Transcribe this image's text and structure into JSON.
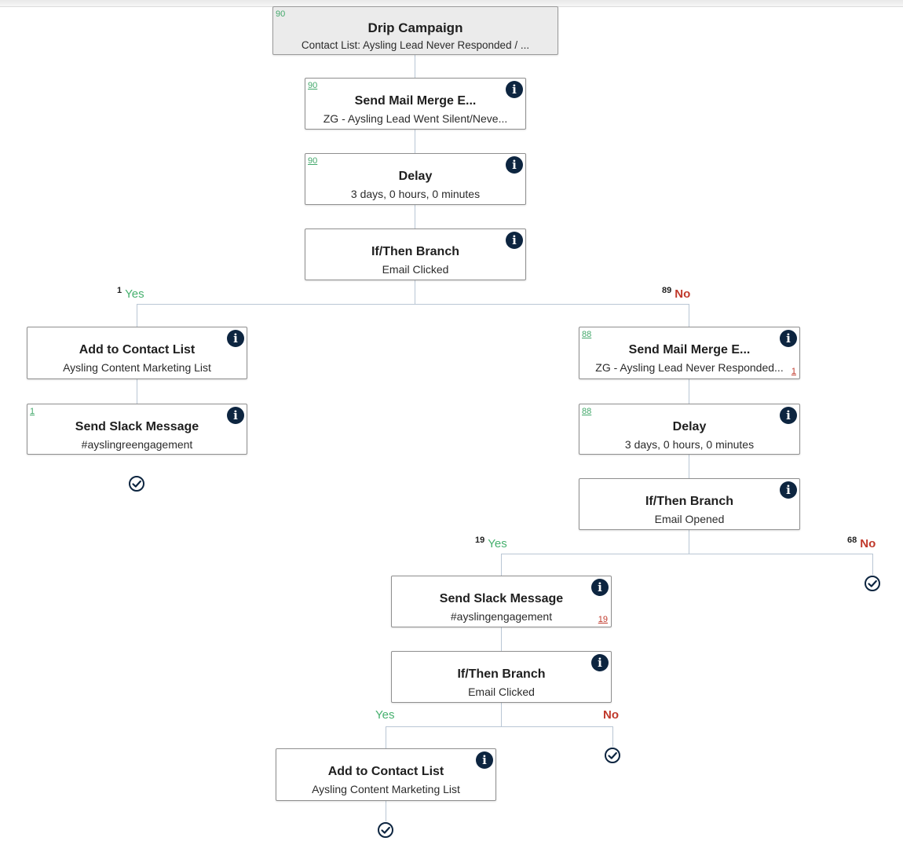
{
  "nodes": {
    "root": {
      "count": "90",
      "title": "Drip Campaign",
      "sub": "Contact List: Aysling Lead Never Responded / ..."
    },
    "mail1": {
      "count": "90",
      "title": "Send Mail Merge E...",
      "sub": "ZG - Aysling Lead Went Silent/Neve..."
    },
    "delay1": {
      "count": "90",
      "title": "Delay",
      "sub": "3 days, 0 hours, 0 minutes"
    },
    "branch1": {
      "title": "If/Then Branch",
      "sub": "Email Clicked"
    },
    "addlist1": {
      "title": "Add to Contact List",
      "sub": "Aysling Content Marketing List"
    },
    "slack1": {
      "count": "1",
      "title": "Send Slack Message",
      "sub": "#ayslingreengagement"
    },
    "mail2": {
      "count": "88",
      "title": "Send Mail Merge E...",
      "sub": "ZG - Aysling Lead Never Responded...",
      "err": "1"
    },
    "delay2": {
      "count": "88",
      "title": "Delay",
      "sub": "3 days, 0 hours, 0 minutes"
    },
    "branch2": {
      "title": "If/Then Branch",
      "sub": "Email Opened"
    },
    "slack2": {
      "title": "Send Slack Message",
      "sub": "#ayslingengagement",
      "err": "19"
    },
    "branch3": {
      "title": "If/Then Branch",
      "sub": "Email Clicked"
    },
    "addlist2": {
      "title": "Add to Contact List",
      "sub": "Aysling Content Marketing List"
    }
  },
  "branches": {
    "b1_yes": {
      "count": "1",
      "label": "Yes"
    },
    "b1_no": {
      "count": "89",
      "label": "No"
    },
    "b2_yes": {
      "count": "19",
      "label": "Yes"
    },
    "b2_no": {
      "count": "68",
      "label": "No"
    },
    "b3_yes": {
      "label": "Yes"
    },
    "b3_no": {
      "label": "No"
    }
  },
  "icons": {
    "info": "i",
    "done": "check-circle-icon"
  },
  "colors": {
    "yes": "#46b06e",
    "no": "#c0392b",
    "info_bg": "#0d2540",
    "connector": "#b9c6d4"
  }
}
